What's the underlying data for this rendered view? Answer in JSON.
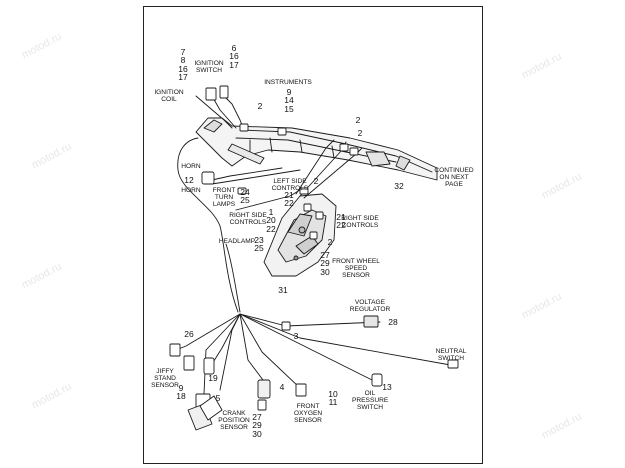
{
  "watermark": "motod.ru",
  "labels": {
    "ignition_switch": "IGNITION\nSWITCH",
    "ignition_coil": "IGNITION\nCOIL",
    "instruments": "INSTRUMENTS",
    "horn_top": "HORN",
    "horn_bottom": "HORN",
    "front_turn_lamps": "FRONT\nTURN\nLAMPS",
    "left_side_controls": "LEFT SIDE\nCONTROLS",
    "right_side_controls_left": "RIGHT SIDE\nCONTROLS",
    "right_side_controls_right": "RIGHT SIDE\nCONTROLS",
    "headlamp": "HEADLAMP",
    "front_wheel_speed_sensor": "FRONT WHEEL\nSPEED SENSOR",
    "continued": "CONTINUED\nON NEXT\nPAGE",
    "voltage_regulator": "VOLTAGE\nREGULATOR",
    "neutral_switch": "NEUTRAL\nSWITCH",
    "jiffy_stand_sensor": "JIFFY\nSTAND\nSENSOR",
    "crank_position_sensor": "CRANK\nPOSITION\nSENSOR",
    "front_oxygen_sensor": "FRONT OXYGEN\nSENSOR",
    "oil_pressure_switch": "OIL\nPRESSURE\nSWITCH"
  },
  "callouts": {
    "ign_coil_nums": "7\n8\n16\n17",
    "ign_switch_nums": "6\n16\n17",
    "instruments_nums": "9\n14\n15",
    "c2_a": "2",
    "c2_b": "2",
    "c2_c": "2",
    "c2_d": "2",
    "c2_e": "2",
    "horn_num": "12",
    "turn_nums": "24\n25",
    "left_ctrl_nums": "21\n22",
    "right_ctrl_left_nums": "1\n20\n22",
    "right_ctrl_right_nums": "21\n22",
    "headlamp_nums": "23\n25",
    "speed_sensor_nums": "27\n29\n30",
    "c31": "31",
    "c32": "32",
    "c28": "28",
    "c3": "3",
    "c26": "26",
    "jiffy_nums": "9\n18",
    "c19": "19",
    "c5": "5",
    "crank_nums": "27\n29\n30",
    "c4": "4",
    "oxygen_nums": "10\n11",
    "c13": "13"
  }
}
